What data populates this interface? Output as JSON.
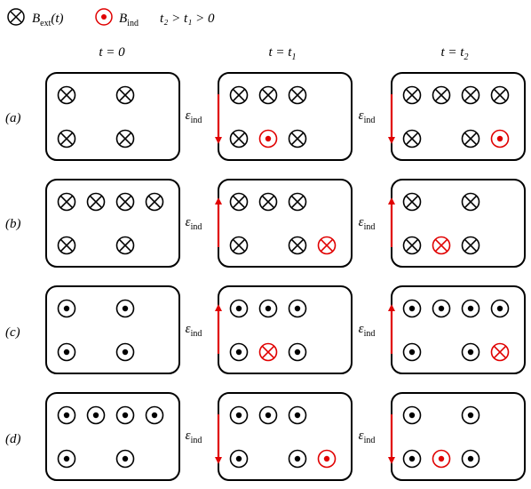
{
  "legend": {
    "bext_base": "B",
    "bext_sub": "ext",
    "bext_arg": "(t)",
    "bind_base": "B",
    "bind_sub": "ind",
    "time_relation": "t₂ > t₁ > 0"
  },
  "columns": [
    {
      "base": "t = 0",
      "sub": ""
    },
    {
      "base": "t = t",
      "sub": "1"
    },
    {
      "base": "t = t",
      "sub": "2"
    }
  ],
  "rows": [
    {
      "label": "(a)"
    },
    {
      "label": "(b)"
    },
    {
      "label": "(c)"
    },
    {
      "label": "(d)"
    }
  ],
  "emf": {
    "base": "ε",
    "sub": "ind"
  },
  "colors": {
    "external_field": "#000000",
    "induced_field": "#e00000",
    "emf_arrow": "#e00000"
  },
  "panels": [
    {
      "row": 0,
      "col": 0,
      "emf": null,
      "symbols": [
        {
          "row": 0,
          "slot": 0,
          "kind": "into",
          "field": "ext"
        },
        {
          "row": 0,
          "slot": 2,
          "kind": "into",
          "field": "ext"
        },
        {
          "row": 1,
          "slot": 0,
          "kind": "into",
          "field": "ext"
        },
        {
          "row": 1,
          "slot": 2,
          "kind": "into",
          "field": "ext"
        }
      ]
    },
    {
      "row": 0,
      "col": 1,
      "emf": "down",
      "symbols": [
        {
          "row": 0,
          "slot": 0,
          "kind": "into",
          "field": "ext"
        },
        {
          "row": 0,
          "slot": 1,
          "kind": "into",
          "field": "ext"
        },
        {
          "row": 0,
          "slot": 2,
          "kind": "into",
          "field": "ext"
        },
        {
          "row": 1,
          "slot": 0,
          "kind": "into",
          "field": "ext"
        },
        {
          "row": 1,
          "slot": 1,
          "kind": "out",
          "field": "ind"
        },
        {
          "row": 1,
          "slot": 2,
          "kind": "into",
          "field": "ext"
        }
      ]
    },
    {
      "row": 0,
      "col": 2,
      "emf": "down",
      "symbols": [
        {
          "row": 0,
          "slot": 0,
          "kind": "into",
          "field": "ext"
        },
        {
          "row": 0,
          "slot": 1,
          "kind": "into",
          "field": "ext"
        },
        {
          "row": 0,
          "slot": 2,
          "kind": "into",
          "field": "ext"
        },
        {
          "row": 0,
          "slot": 3,
          "kind": "into",
          "field": "ext"
        },
        {
          "row": 1,
          "slot": 0,
          "kind": "into",
          "field": "ext"
        },
        {
          "row": 1,
          "slot": 2,
          "kind": "into",
          "field": "ext"
        },
        {
          "row": 1,
          "slot": 3,
          "kind": "out",
          "field": "ind"
        }
      ]
    },
    {
      "row": 1,
      "col": 0,
      "emf": null,
      "symbols": [
        {
          "row": 0,
          "slot": 0,
          "kind": "into",
          "field": "ext"
        },
        {
          "row": 0,
          "slot": 1,
          "kind": "into",
          "field": "ext"
        },
        {
          "row": 0,
          "slot": 2,
          "kind": "into",
          "field": "ext"
        },
        {
          "row": 0,
          "slot": 3,
          "kind": "into",
          "field": "ext"
        },
        {
          "row": 1,
          "slot": 0,
          "kind": "into",
          "field": "ext"
        },
        {
          "row": 1,
          "slot": 2,
          "kind": "into",
          "field": "ext"
        }
      ]
    },
    {
      "row": 1,
      "col": 1,
      "emf": "up",
      "symbols": [
        {
          "row": 0,
          "slot": 0,
          "kind": "into",
          "field": "ext"
        },
        {
          "row": 0,
          "slot": 1,
          "kind": "into",
          "field": "ext"
        },
        {
          "row": 0,
          "slot": 2,
          "kind": "into",
          "field": "ext"
        },
        {
          "row": 1,
          "slot": 0,
          "kind": "into",
          "field": "ext"
        },
        {
          "row": 1,
          "slot": 2,
          "kind": "into",
          "field": "ext"
        },
        {
          "row": 1,
          "slot": 3,
          "kind": "into",
          "field": "ind"
        }
      ]
    },
    {
      "row": 1,
      "col": 2,
      "emf": "up",
      "symbols": [
        {
          "row": 0,
          "slot": 0,
          "kind": "into",
          "field": "ext"
        },
        {
          "row": 0,
          "slot": 2,
          "kind": "into",
          "field": "ext"
        },
        {
          "row": 1,
          "slot": 0,
          "kind": "into",
          "field": "ext"
        },
        {
          "row": 1,
          "slot": 1,
          "kind": "into",
          "field": "ind"
        },
        {
          "row": 1,
          "slot": 2,
          "kind": "into",
          "field": "ext"
        }
      ]
    },
    {
      "row": 2,
      "col": 0,
      "emf": null,
      "symbols": [
        {
          "row": 0,
          "slot": 0,
          "kind": "out",
          "field": "ext"
        },
        {
          "row": 0,
          "slot": 2,
          "kind": "out",
          "field": "ext"
        },
        {
          "row": 1,
          "slot": 0,
          "kind": "out",
          "field": "ext"
        },
        {
          "row": 1,
          "slot": 2,
          "kind": "out",
          "field": "ext"
        }
      ]
    },
    {
      "row": 2,
      "col": 1,
      "emf": "up",
      "symbols": [
        {
          "row": 0,
          "slot": 0,
          "kind": "out",
          "field": "ext"
        },
        {
          "row": 0,
          "slot": 1,
          "kind": "out",
          "field": "ext"
        },
        {
          "row": 0,
          "slot": 2,
          "kind": "out",
          "field": "ext"
        },
        {
          "row": 1,
          "slot": 0,
          "kind": "out",
          "field": "ext"
        },
        {
          "row": 1,
          "slot": 1,
          "kind": "into",
          "field": "ind"
        },
        {
          "row": 1,
          "slot": 2,
          "kind": "out",
          "field": "ext"
        }
      ]
    },
    {
      "row": 2,
      "col": 2,
      "emf": "up",
      "symbols": [
        {
          "row": 0,
          "slot": 0,
          "kind": "out",
          "field": "ext"
        },
        {
          "row": 0,
          "slot": 1,
          "kind": "out",
          "field": "ext"
        },
        {
          "row": 0,
          "slot": 2,
          "kind": "out",
          "field": "ext"
        },
        {
          "row": 0,
          "slot": 3,
          "kind": "out",
          "field": "ext"
        },
        {
          "row": 1,
          "slot": 0,
          "kind": "out",
          "field": "ext"
        },
        {
          "row": 1,
          "slot": 2,
          "kind": "out",
          "field": "ext"
        },
        {
          "row": 1,
          "slot": 3,
          "kind": "into",
          "field": "ind"
        }
      ]
    },
    {
      "row": 3,
      "col": 0,
      "emf": null,
      "symbols": [
        {
          "row": 0,
          "slot": 0,
          "kind": "out",
          "field": "ext"
        },
        {
          "row": 0,
          "slot": 1,
          "kind": "out",
          "field": "ext"
        },
        {
          "row": 0,
          "slot": 2,
          "kind": "out",
          "field": "ext"
        },
        {
          "row": 0,
          "slot": 3,
          "kind": "out",
          "field": "ext"
        },
        {
          "row": 1,
          "slot": 0,
          "kind": "out",
          "field": "ext"
        },
        {
          "row": 1,
          "slot": 2,
          "kind": "out",
          "field": "ext"
        }
      ]
    },
    {
      "row": 3,
      "col": 1,
      "emf": "down",
      "symbols": [
        {
          "row": 0,
          "slot": 0,
          "kind": "out",
          "field": "ext"
        },
        {
          "row": 0,
          "slot": 1,
          "kind": "out",
          "field": "ext"
        },
        {
          "row": 0,
          "slot": 2,
          "kind": "out",
          "field": "ext"
        },
        {
          "row": 1,
          "slot": 0,
          "kind": "out",
          "field": "ext"
        },
        {
          "row": 1,
          "slot": 2,
          "kind": "out",
          "field": "ext"
        },
        {
          "row": 1,
          "slot": 3,
          "kind": "out",
          "field": "ind"
        }
      ]
    },
    {
      "row": 3,
      "col": 2,
      "emf": "down",
      "symbols": [
        {
          "row": 0,
          "slot": 0,
          "kind": "out",
          "field": "ext"
        },
        {
          "row": 0,
          "slot": 2,
          "kind": "out",
          "field": "ext"
        },
        {
          "row": 1,
          "slot": 0,
          "kind": "out",
          "field": "ext"
        },
        {
          "row": 1,
          "slot": 1,
          "kind": "out",
          "field": "ind"
        },
        {
          "row": 1,
          "slot": 2,
          "kind": "out",
          "field": "ext"
        }
      ]
    }
  ]
}
